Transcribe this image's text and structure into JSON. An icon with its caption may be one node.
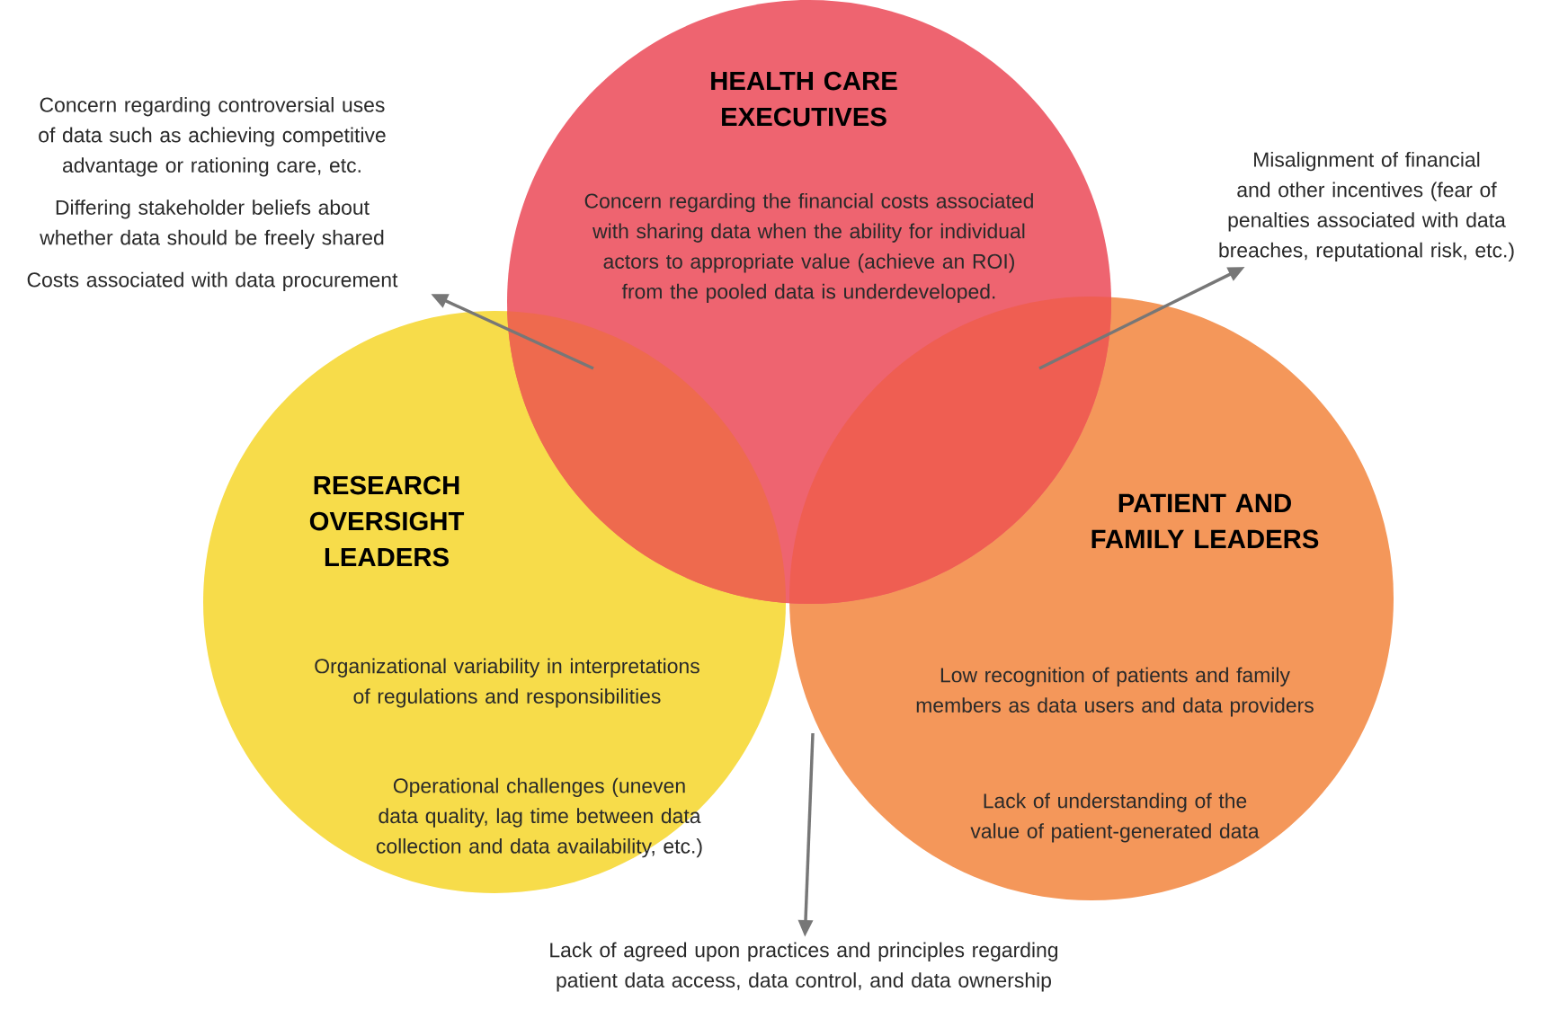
{
  "diagram": {
    "nodes": [
      {
        "text": [
          "HEALTH CARE EXECUTIVES",
          "Concern regarding the financial costs associated with sharing data when the ability for individual actors to appropriate value (achieve an ROI) from the pooled data is underdeveloped."
        ]
      },
      {
        "text": [
          "RESEARCH OVERSIGHT LEADERS",
          "Organizational variability in interpretations of regulations and responsibilities",
          "Operational challenges (uneven data quality, lag time between data collection and data availability, etc.)"
        ]
      },
      {
        "text": [
          "PATIENT AND FAMILY LEADERS",
          "Low recognition of patients and family members as data users and data providers",
          "Lack of understanding of the value of patient-generated data"
        ]
      },
      {
        "text": [
          "Concern regarding controversial uses of data such as achieving competitive advantage or rationing care, etc.",
          "Differing stakeholder beliefs about whether data should be freely shared",
          "Costs associated with data procurement"
        ]
      },
      {
        "text": [
          "Misalignment of financial and other incentives (fear of penalties associated with data breaches, reputational risk, etc.)"
        ]
      },
      {
        "text": [
          "Lack of agreed upon practices and principles regarding patient data access, data control, and data ownership"
        ]
      }
    ],
    "edges": [
      {
        "from": null,
        "to": 3,
        "arrow": "to"
      },
      {
        "from": null,
        "to": 4,
        "arrow": "to"
      },
      {
        "from": null,
        "to": 5,
        "arrow": "to"
      }
    ]
  }
}
